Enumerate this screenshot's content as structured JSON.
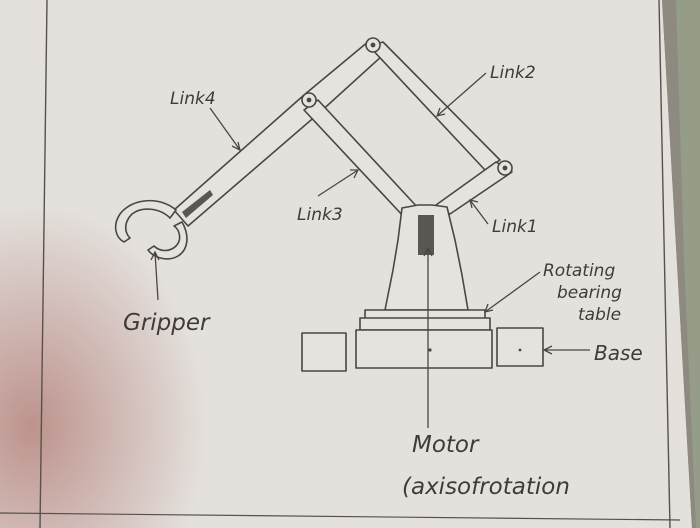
{
  "labels": {
    "link4": "Link4",
    "link2": "Link2",
    "link3": "Link3",
    "link1": "Link1",
    "gripper": "Gripper",
    "rotating_line1": "Rotating",
    "rotating_line2": "bearing",
    "rotating_line3": "table",
    "base": "Base",
    "motor_line1": "Motor",
    "motor_line2": "(axisofrotation"
  },
  "colors": {
    "paper": "#e4e1dd",
    "pencil": "#4a4644",
    "background": "#8a8480",
    "shadow": "#b98a84",
    "motor_fill": "#5a5654"
  }
}
